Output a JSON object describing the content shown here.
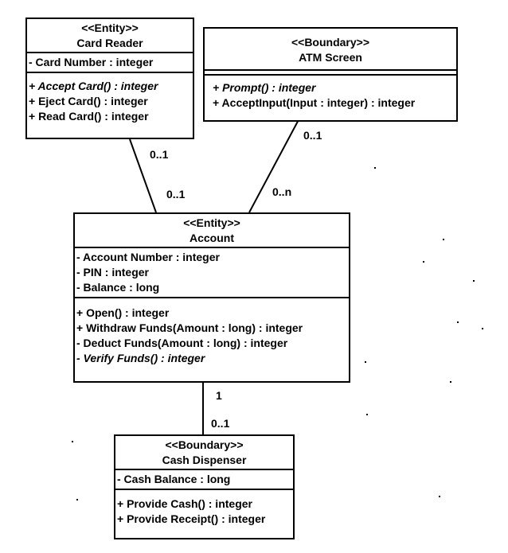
{
  "diagram": {
    "classes": {
      "card_reader": {
        "stereotype": "<<Entity>>",
        "name": "Card Reader",
        "attributes": [
          {
            "text": "- Card Number : integer",
            "italic": false
          }
        ],
        "operations": [
          {
            "text": "+ Accept Card() : integer",
            "italic": true
          },
          {
            "text": "+ Eject Card() : integer",
            "italic": false
          },
          {
            "text": "+ Read Card() : integer",
            "italic": false
          }
        ]
      },
      "atm_screen": {
        "stereotype": "<<Boundary>>",
        "name": "ATM Screen",
        "attributes": [],
        "operations": [
          {
            "text": "+ Prompt() : integer",
            "italic": true
          },
          {
            "text": "+ AcceptInput(Input : integer) : integer",
            "italic": false
          }
        ]
      },
      "account": {
        "stereotype": "<<Entity>>",
        "name": "Account",
        "attributes": [
          {
            "text": "- Account Number : integer",
            "italic": false
          },
          {
            "text": "- PIN : integer",
            "italic": false
          },
          {
            "text": "- Balance : long",
            "italic": false
          }
        ],
        "operations": [
          {
            "text": "+ Open() : integer",
            "italic": false
          },
          {
            "text": "+ Withdraw Funds(Amount : long) : integer",
            "italic": false
          },
          {
            "text": "- Deduct Funds(Amount : long) : integer",
            "italic": false
          },
          {
            "text": "- Verify Funds() : integer",
            "italic": true
          }
        ]
      },
      "cash_dispenser": {
        "stereotype": "<<Boundary>>",
        "name": "Cash Dispenser",
        "attributes": [
          {
            "text": "- Cash Balance : long",
            "italic": false
          }
        ],
        "operations": [
          {
            "text": "+ Provide Cash() : integer",
            "italic": false
          },
          {
            "text": "+ Provide Receipt() : integer",
            "italic": false
          }
        ]
      }
    },
    "associations": [
      {
        "from": "Card Reader",
        "to": "Account",
        "from_multiplicity": "0..1",
        "to_multiplicity": "0..1"
      },
      {
        "from": "ATM Screen",
        "to": "Account",
        "from_multiplicity": "0..1",
        "to_multiplicity": "0..n"
      },
      {
        "from": "Account",
        "to": "Cash Dispenser",
        "from_multiplicity": "1",
        "to_multiplicity": "0..1"
      }
    ]
  }
}
